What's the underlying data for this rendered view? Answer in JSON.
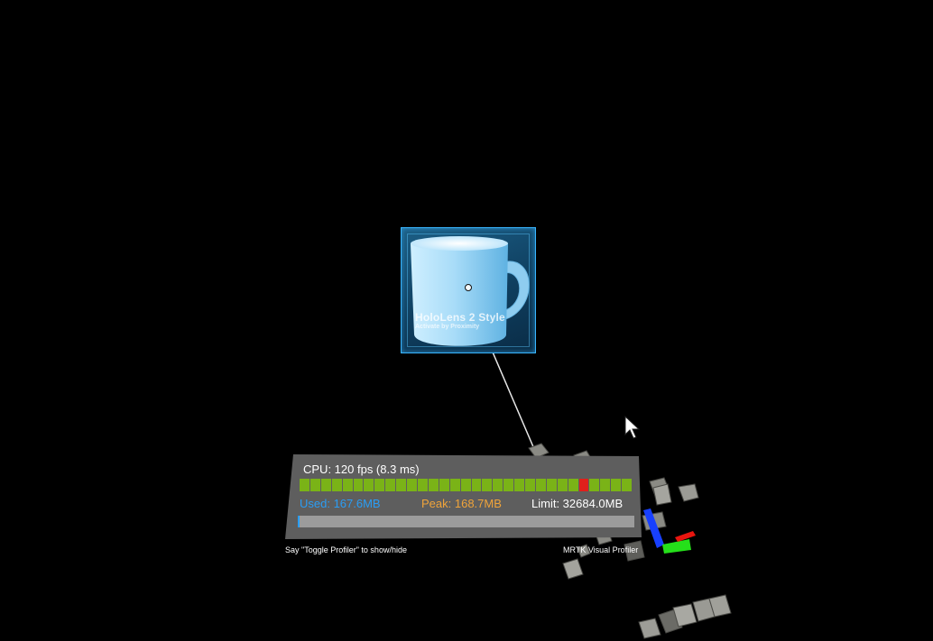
{
  "hologram": {
    "title": "HoloLens 2 Style",
    "subtitle": "Activate by Proximity",
    "accent_color": "#39b5ff",
    "icon": "coffee-mug-icon"
  },
  "profiler": {
    "cpu_label": "CPU: 120 fps (8.3 ms)",
    "frame_bars": {
      "count": 31,
      "missed_index": 26,
      "ok_color": "#7ab317",
      "missed_color": "#e0201b"
    },
    "memory": {
      "used_label": "Used: 167.6MB",
      "peak_label": "Peak: 168.7MB",
      "limit_label": "Limit: 32684.0MB",
      "used_mb": 167.6,
      "peak_mb": 168.7,
      "limit_mb": 32684.0,
      "used_color": "#2a9df4",
      "peak_color": "#f0a43a"
    },
    "hint": "Say \"Toggle Profiler\" to show/hide",
    "product": "MRTK Visual Profiler"
  },
  "scene": {
    "background_color": "#000000",
    "gizmo_icon": "transform-axes-icon",
    "cursor_icon": "mouse-pointer-icon"
  }
}
